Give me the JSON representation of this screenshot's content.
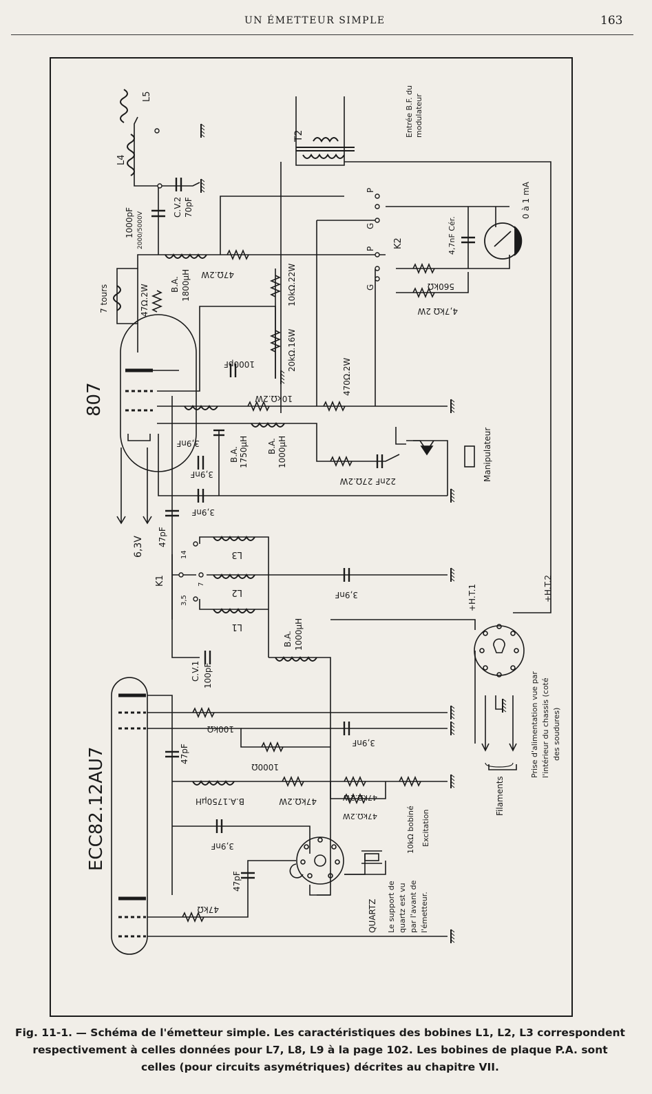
{
  "header": {
    "running_title": "UN ÉMETTEUR SIMPLE",
    "page_number": "163"
  },
  "tubes": {
    "pa": "807",
    "osc": "ECC82.12AU7"
  },
  "labels": {
    "l5": "L5",
    "l4": "L4",
    "t2": "T2",
    "entree_bf_1": "Entrée B.F. du",
    "entree_bf_2": "modulateur",
    "meter": "0 à 1 mA",
    "k2": "K2",
    "p1": "P",
    "g1": "G",
    "p2": "P",
    "g2": "G",
    "c1000pf_1": "1000pF",
    "c1000pf_2": "2000/5000V",
    "cv2_1": "C.V.2",
    "cv2_2": "70pF",
    "r47_2w": "47Ω.2W",
    "ba1800_1": "B.A.",
    "ba1800_2": "1800µH",
    "tours7": "7 tours",
    "r47_2w_b": "47Ω.2W",
    "r10k_22w": "10kΩ.22W",
    "r20k_16w": "20kΩ.16W",
    "c1000pf_b": "1000pF",
    "r10k_2w": "10kΩ.2W",
    "r470_2w": "470Ω.2W",
    "c4n7": "4,7nF Cér.",
    "r560k": "560kΩ",
    "r4k7_2w": "4,7kΩ 2W",
    "c3n9_a": "3,9nF",
    "c3n9_b": "3,9nF",
    "c3n9_c": "3,9nF",
    "ba1750_1": "B.A.",
    "ba1750_2": "1750µH",
    "ba1000_1": "B.A.",
    "ba1000_2": "1000µH",
    "c22nf": "22nF 27Ω.2W",
    "manipulateur": "Manipulateur",
    "v63": "6,3V",
    "c47pf": "47pF",
    "k1": "K1",
    "n14": "14",
    "n7": "7",
    "n35": "3,5",
    "l3": "L3",
    "l2": "L2",
    "l1": "L1",
    "c3n9_d": "3,9nF",
    "ba1000b_1": "B.A.",
    "ba1000b_2": "1000µH",
    "ht1": "+H.T.1",
    "ht2": "+H.T.2",
    "cv1_1": "C.V.1",
    "cv1_2": "100pF",
    "r100k": "100kΩ",
    "c47pf_b": "47pF",
    "r1000": "1000Ω",
    "c3n9_e": "3,9nF",
    "ba1750b": "B.A.1750µH",
    "r47k_2w_a": "47kΩ.2W",
    "r47k_2w_b": "47kΩ.2W",
    "r47k_2w_c": "47kΩ.2W",
    "r10k_bob_1": "10kΩ bobiné",
    "r10k_bob_2": "Excitation",
    "c3n9_f": "3,9nF",
    "c47pf_c": "47pF",
    "r47k": "47kΩ",
    "quartz_1": "QUARTZ",
    "quartz_2": "Le support de",
    "quartz_3": "quartz est vu",
    "quartz_4": "par l'avant de",
    "quartz_5": "l'émetteur.",
    "filaments": "Filaments",
    "prise_1": "Prise d'alimentation vue par",
    "prise_2": "l'intérieur du chassis (coté",
    "prise_3": "des soudures)"
  },
  "caption": {
    "line1": "Fig. 11-1. — Schéma de l'émetteur simple. Les caractéristiques des bobines L1, L2, L3 correspondent",
    "line2": "respectivement à celles données pour L7, L8, L9 à la page 102. Les bobines de plaque P.A. sont",
    "line3": "celles (pour circuits asymétriques) décrites au chapitre VII."
  }
}
